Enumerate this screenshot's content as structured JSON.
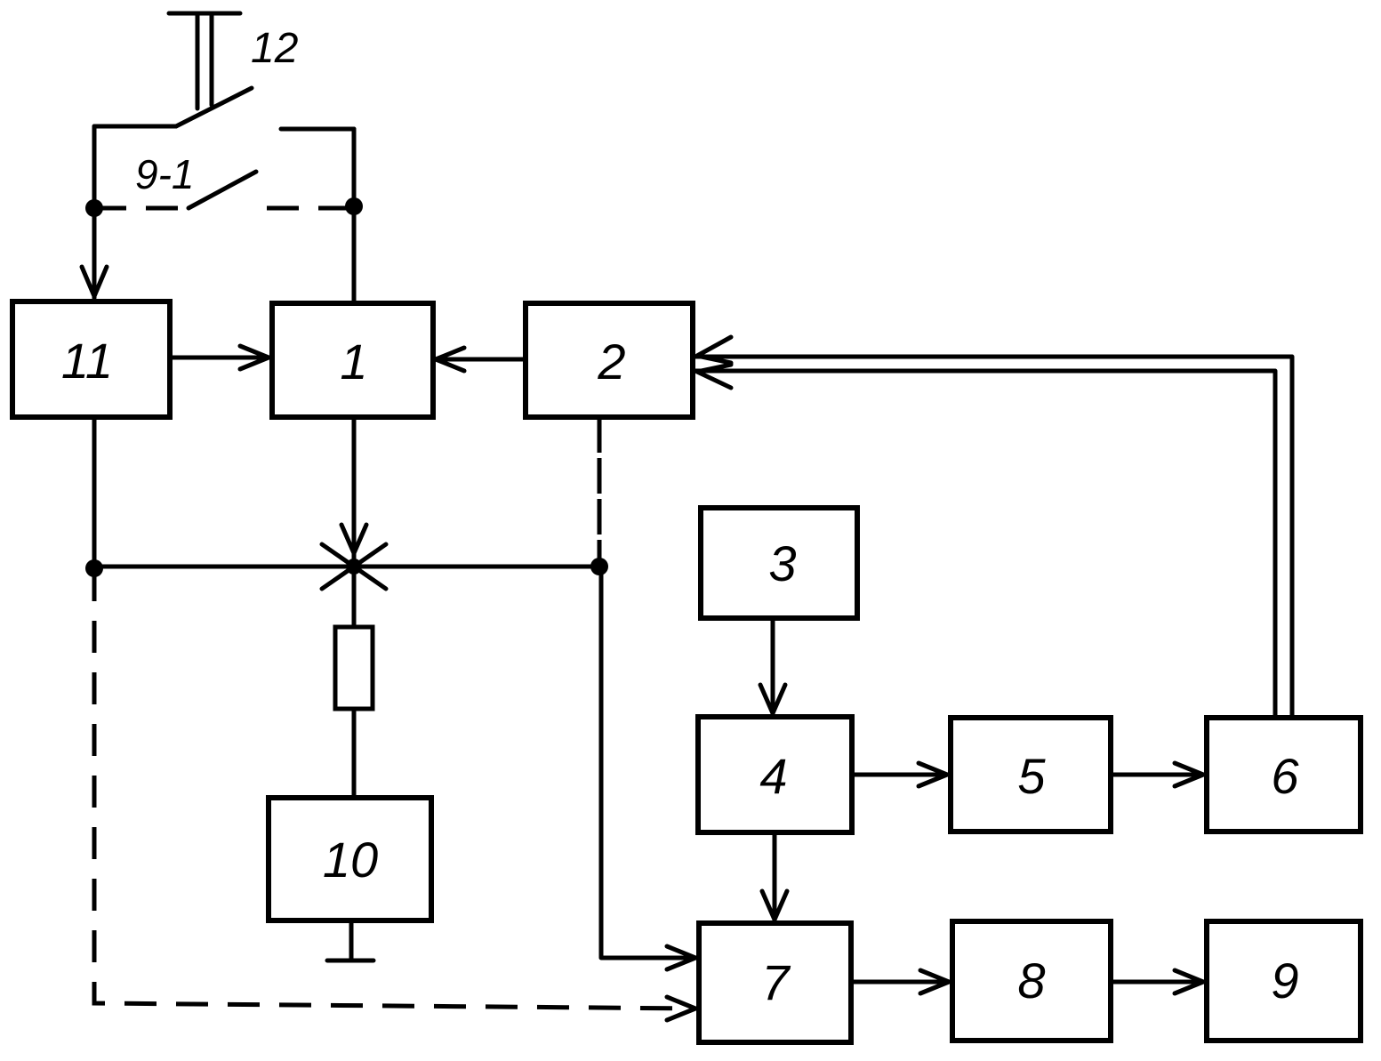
{
  "blocks": [
    {
      "id": "b1",
      "label": "1"
    },
    {
      "id": "b2",
      "label": "2"
    },
    {
      "id": "b3",
      "label": "3"
    },
    {
      "id": "b4",
      "label": "4"
    },
    {
      "id": "b5",
      "label": "5"
    },
    {
      "id": "b6",
      "label": "6"
    },
    {
      "id": "b7",
      "label": "7"
    },
    {
      "id": "b8",
      "label": "8"
    },
    {
      "id": "b9",
      "label": "9"
    },
    {
      "id": "b10",
      "label": "10"
    },
    {
      "id": "b11",
      "label": "11"
    }
  ],
  "labels": {
    "switch_main": "12",
    "switch_contact": "9-1"
  },
  "colors": {
    "line": "#000000",
    "background": "#ffffff"
  }
}
